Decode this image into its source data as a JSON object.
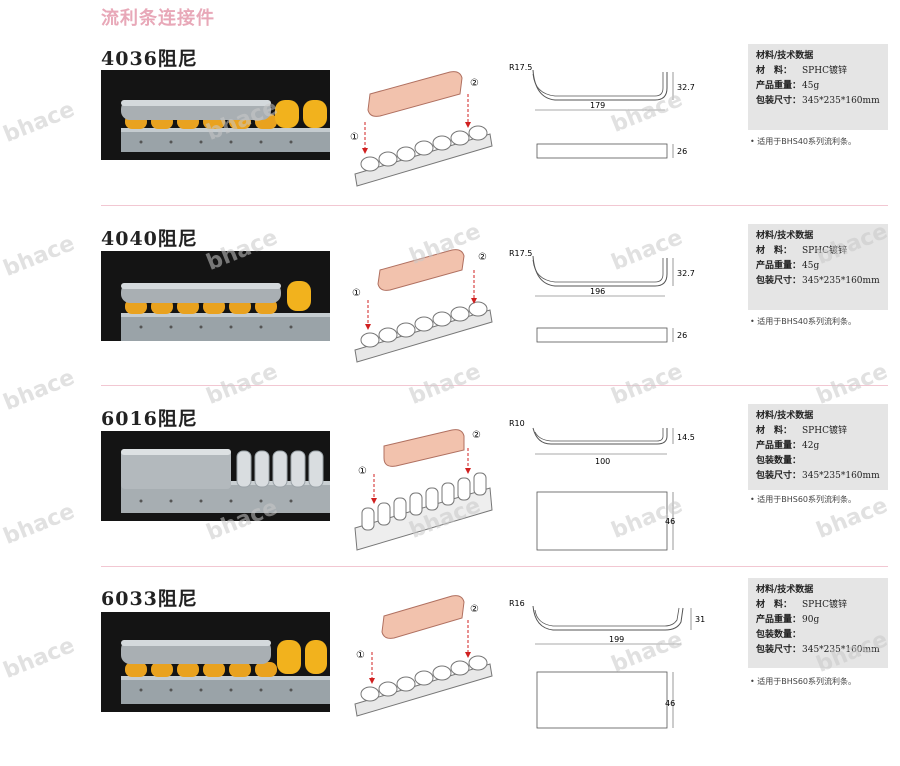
{
  "page": {
    "title": "流利条连接件",
    "watermark": "bhace"
  },
  "spec_labels": {
    "header": "材料/技术数据",
    "material": "材　料：",
    "weight": "产品重量：",
    "package_qty": "包装数量：",
    "package_size": "包装尺寸："
  },
  "sections": [
    {
      "title": "4036阻尼",
      "material": "SPHC镀锌",
      "weight": "45g",
      "package_size": "345*235*160mm",
      "note": "• 适用于BHS40系列流利条。",
      "dims": {
        "radius": "R17.5",
        "width": "179",
        "height": "32.7",
        "side": "26"
      },
      "steps": [
        "①",
        "②"
      ]
    },
    {
      "title": "4040阻尼",
      "material": "SPHC镀锌",
      "weight": "45g",
      "package_size": "345*235*160mm",
      "note": "• 适用于BHS40系列流利条。",
      "dims": {
        "radius": "R17.5",
        "width": "196",
        "height": "32.7",
        "side": "26"
      },
      "steps": [
        "①",
        "②"
      ]
    },
    {
      "title": "6016阻尼",
      "material": "SPHC镀锌",
      "weight": "42g",
      "package_qty": "",
      "package_size": "345*235*160mm",
      "note": "• 适用于BHS60系列流利条。",
      "dims": {
        "radius": "R10",
        "width": "100",
        "height": "14.5",
        "side": "46"
      },
      "steps": [
        "①",
        "②"
      ]
    },
    {
      "title": "6033阻尼",
      "material": "SPHC镀锌",
      "weight": "90g",
      "package_qty": "",
      "package_size": "345*235*160mm",
      "note": "• 适用于BHS60系列流利条。",
      "dims": {
        "radius": "R16",
        "width": "199",
        "height": "31",
        "side": "46"
      },
      "steps": [
        "①",
        "②"
      ]
    }
  ]
}
